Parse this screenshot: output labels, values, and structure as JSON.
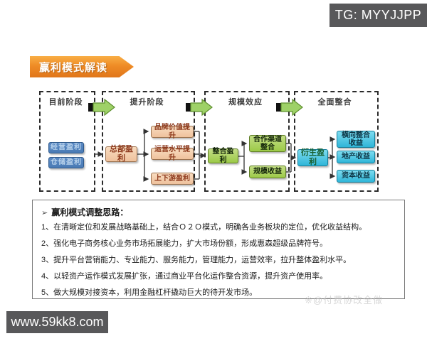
{
  "header": {
    "tg_badge": "TG: MYYJJPP"
  },
  "banner": {
    "title": "赢利模式解读"
  },
  "flow": {
    "stage1": {
      "title": "目前阶段",
      "box1": "经营盈利",
      "box2": "仓储盈利"
    },
    "stage2": {
      "title": "提升阶段",
      "hub": "总部盈利",
      "out1": "品牌价值提升",
      "out2": "运营水平提升",
      "out3": "上下游盈利"
    },
    "stage3": {
      "title": "规模效应",
      "hub": "整合盈利",
      "out1": "合作渠道整合",
      "out2": "规模收益"
    },
    "stage4": {
      "title": "全面整合",
      "hub": "衍生盈利",
      "out1": "横向整合收益",
      "out2": "地产收益",
      "out3": "资本收益"
    }
  },
  "notes": {
    "bullet": "➢",
    "title": "赢利模式调整思路：",
    "items": [
      "1、在清晰定位和发展战略基础上，结合Ｏ２Ｏ模式，明确各业务板块的定位，优化收益结构。",
      "2、强化电子商务核心业务市场拓展能力，扩大市场份额，形成惠森超级品牌符号。",
      "3、提升平台营销能力、专业能力、服务能力，管理能力，运营效率，拉升整体盈利水平。",
      "4、以轻资产运作模式发展扩张，通过商业平台化运作整合资源，提升资产使用率。",
      "5、做大规模对接资本，利用金融杠杆撬动巨大的待开发市场。"
    ]
  },
  "watermark": "※@付费协改全做",
  "footer": {
    "url": "www.59kk8.com"
  },
  "colors": {
    "banner_orange": "#ef8c26",
    "badge_bg": "#58585a",
    "blue_box": "#4a7bb5",
    "salmon_box": "#efc19c",
    "green_box": "#9cca47",
    "cyan_box": "#2fb5d8",
    "arrow_green": "#9ed167"
  }
}
